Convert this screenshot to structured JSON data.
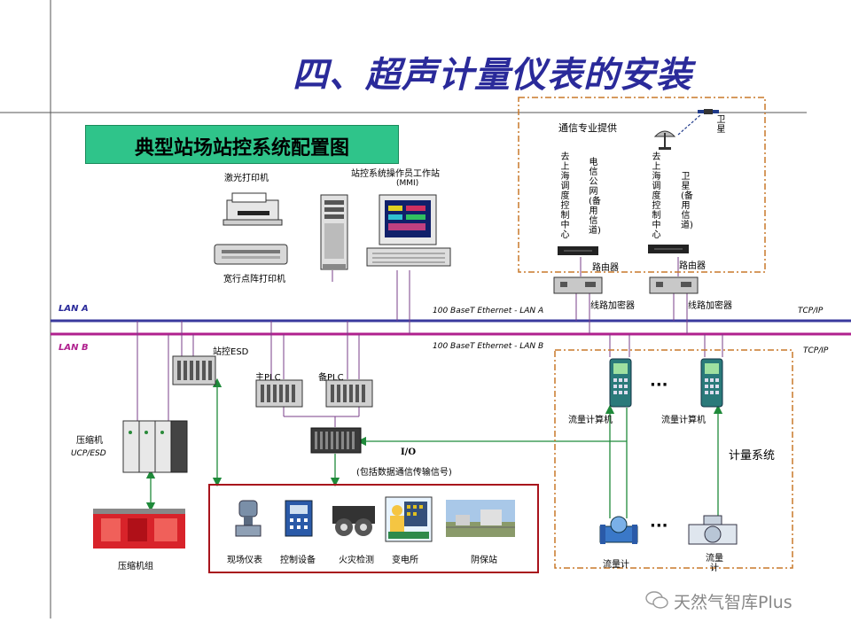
{
  "slide": {
    "title": "四、超声计量仪表的安装",
    "subtitle": "典型站场站控系统配置图"
  },
  "devices": {
    "laser_printer": "激光打印机",
    "dot_matrix_printer": "宽行点阵打印机",
    "workstation": "站控系统操作员工作站",
    "mmi": "(MMI)",
    "station_esd": "站控ESD",
    "main_plc": "主PLC",
    "backup_plc": "备PLC",
    "io": "I/O",
    "io_note": "(包括数据通信传输信号)",
    "compressor": "压缩机",
    "ucp_esd": "UCP/ESD",
    "compressor_unit": "压缩机组"
  },
  "field": {
    "items": [
      "现场仪表",
      "控制设备",
      "火灾检测",
      "变电所",
      "阴保站"
    ]
  },
  "network": {
    "lan_a": "LAN A",
    "lan_b": "LAN B",
    "ethernet_a": "100 BaseT Ethernet - LAN A",
    "ethernet_b": "100 BaseT Ethernet - LAN B",
    "tcpip_a": "TCP/IP",
    "tcpip_b": "TCP/IP"
  },
  "telecom": {
    "provider": "通信专业提供",
    "to_shanghai_1": "去上海调度控制中心",
    "telecom_net": "电信公网(备用信道)",
    "to_shanghai_2": "去上海调度控制中心",
    "satellite_channel": "卫星(备用信道)",
    "satellite": "卫星",
    "router_1": "路由器",
    "router_2": "路由器",
    "encryptor_1": "线路加密器",
    "encryptor_2": "线路加密器"
  },
  "metering": {
    "flow_computer_1": "流量计算机",
    "flow_computer_2": "流量计算机",
    "ellipsis_top": "···",
    "ellipsis_bottom": "···",
    "system_label": "计量系统",
    "flow_meter_1": "流量计",
    "flow_meter_2": "流量计"
  },
  "watermark": {
    "text": "天然气智库Plus"
  },
  "colors": {
    "lan_a": "#3a3a9e",
    "lan_b": "#b0208e",
    "connector": "#7a3f8a",
    "green_arrow": "#1f8a3a",
    "field_box": "#a8141c",
    "dashed_box": "#c8782a",
    "title": "#2a2a9a",
    "subtitle_bg": "#2fc48a"
  }
}
